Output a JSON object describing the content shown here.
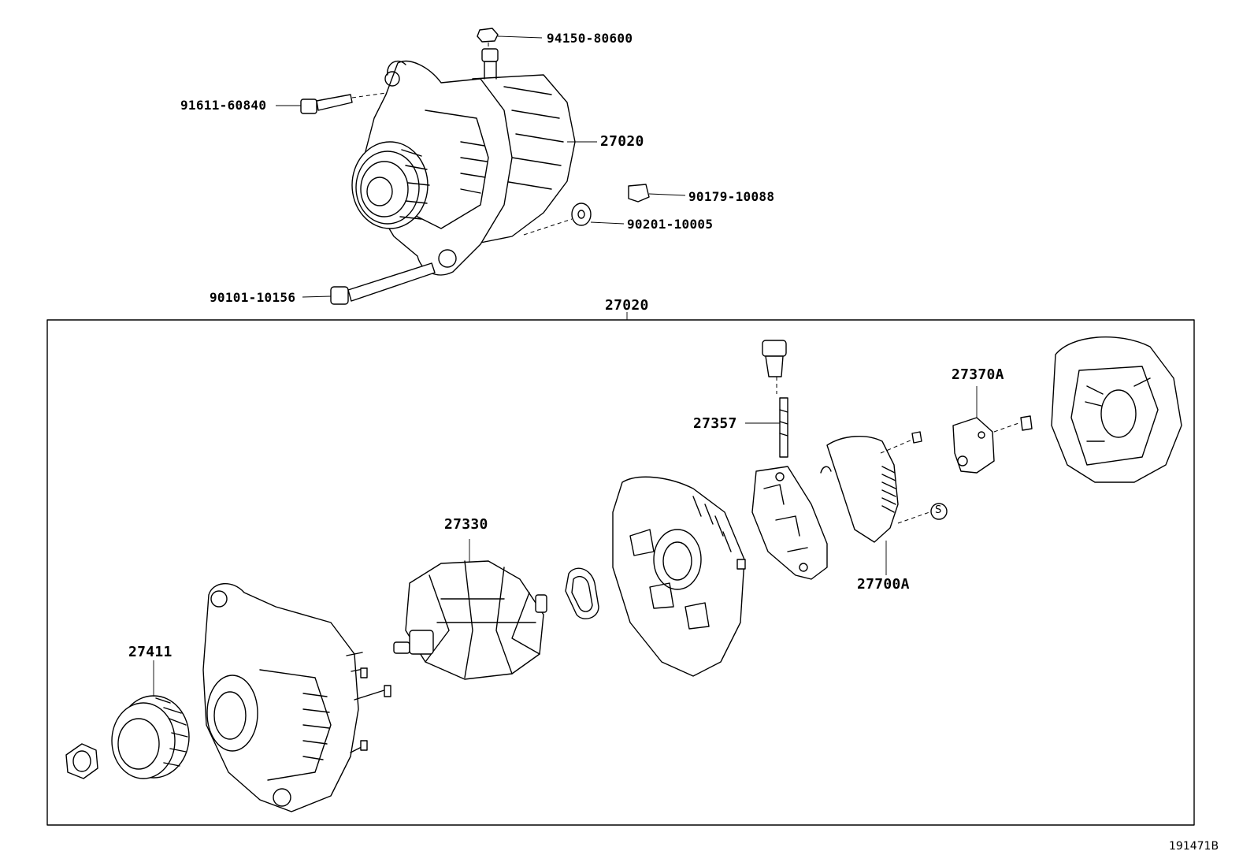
{
  "diagram": {
    "figure_ref": "191471B",
    "assembly_label": "27020",
    "callouts": {
      "nut_top": "94150-80600",
      "bolt_upper": "91611-60840",
      "alternator_assy": "27020",
      "nut_small": "90179-10088",
      "washer": "90201-10005",
      "bolt_long": "90101-10156",
      "pulley": "27411",
      "rotor": "27330",
      "terminal_bolt": "27357",
      "regulator": "27370A",
      "rectifier": "27700A"
    },
    "symbol_s": "S"
  }
}
